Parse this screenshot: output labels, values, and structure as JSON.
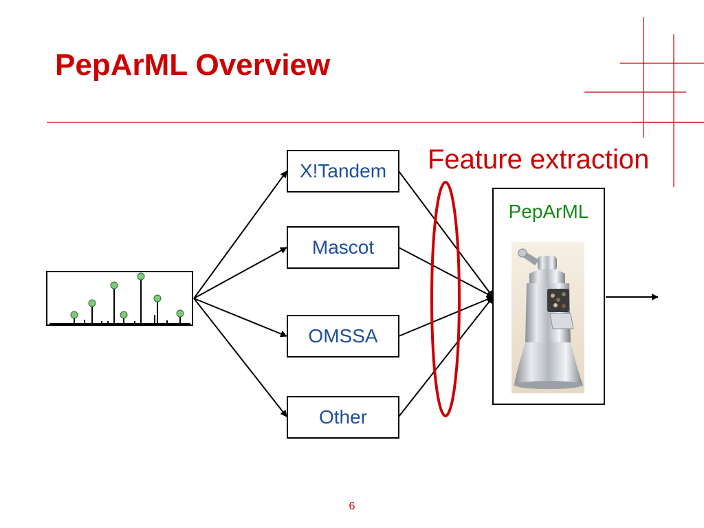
{
  "slide": {
    "title": "PepArML Overview",
    "page_number": "6"
  },
  "diagram": {
    "engines": [
      {
        "label": "X!Tandem"
      },
      {
        "label": "Mascot"
      },
      {
        "label": "OMSSA"
      },
      {
        "label": "Other"
      }
    ],
    "feature_label": "Feature extraction",
    "combiner_label": "PepArML",
    "combiner_icon": "pepper-mill-icon",
    "input_icon": "mass-spectrum-icon"
  },
  "colors": {
    "title": "#cc0000",
    "engine_text": "#1f4e99",
    "combiner_text": "#138a13",
    "accent_red": "#cc0000",
    "peak_marker": "#7fc97f"
  }
}
